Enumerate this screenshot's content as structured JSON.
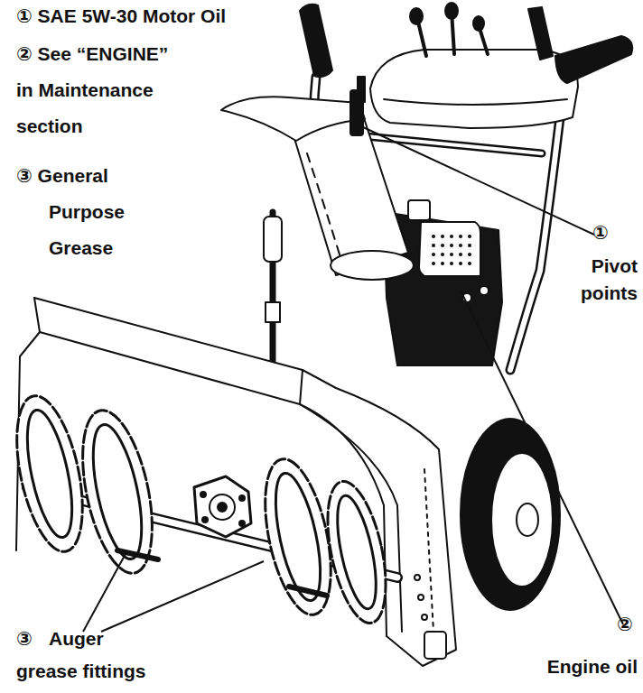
{
  "diagram": {
    "labels": [
      "① SAE 5W-30 Motor Oil",
      "② See “ENGINE” in Maintenance section",
      "③ General Purpose Grease",
      "①",
      "Pivot points",
      "②",
      "Engine oil",
      "③",
      "Auger grease fittings"
    ]
  }
}
